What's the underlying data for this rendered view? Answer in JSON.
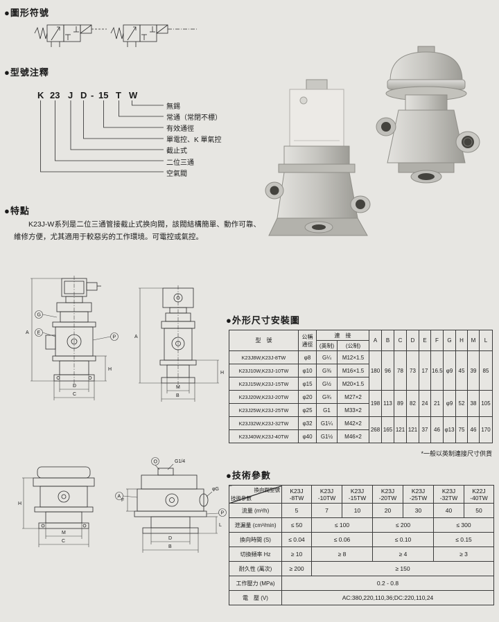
{
  "titles": {
    "symbols": "●圖形符號",
    "model": "●型號注釋",
    "features": "●特點",
    "dims": "●外形尺寸安裝圖",
    "tech": "●技術參數"
  },
  "model": {
    "code": [
      "K",
      "23",
      "J",
      "D",
      "-",
      "15",
      "T",
      "W"
    ],
    "labels": [
      "無錫",
      "常通（常閉不標）",
      "有效通徑",
      "單電控、K 單氣控",
      "截止式",
      "二位三通",
      "空氣閥"
    ]
  },
  "features": {
    "text": "K23J-W系列是二位三通管接截止式换向閥，該閥結構簡單、動作可靠、維修方便，尤其適用于較惡劣的工作環境。可電控或氣控。"
  },
  "dims": {
    "h_model": "型　號",
    "h_bore1": "公稱",
    "h_bore2": "通徑",
    "h_conn": "連　接",
    "h_inch": "(英制)",
    "h_metric": "(公制)",
    "letters": [
      "A",
      "B",
      "C",
      "D",
      "E",
      "F",
      "G",
      "H",
      "M",
      "L"
    ],
    "rows": [
      {
        "model": "K23J8W,K23J-8TW",
        "bore": "φ8",
        "inch": "G¼",
        "metric": "M12×1.5"
      },
      {
        "model": "K23J10W,K23J-10TW",
        "bore": "φ10",
        "inch": "G⅜",
        "metric": "M16×1.5"
      },
      {
        "model": "K23J15W,K23J-15TW",
        "bore": "φ15",
        "inch": "G½",
        "metric": "M20×1.5"
      },
      {
        "model": "K23J20W,K23J-20TW",
        "bore": "φ20",
        "inch": "G¾",
        "metric": "M27×2"
      },
      {
        "model": "K23J25W,K23J-25TW",
        "bore": "φ25",
        "inch": "G1",
        "metric": "M33×2"
      },
      {
        "model": "K23J32W,K23J-32TW",
        "bore": "φ32",
        "inch": "G1¼",
        "metric": "M42×2"
      },
      {
        "model": "K23J40W,K23J-40TW",
        "bore": "φ40",
        "inch": "G1½",
        "metric": "M46×2"
      }
    ],
    "groups": [
      [
        "180",
        "96",
        "78",
        "73",
        "17",
        "16.5",
        "φ9",
        "45",
        "39",
        "85"
      ],
      [
        "198",
        "113",
        "89",
        "82",
        "24",
        "21",
        "φ9",
        "52",
        "38",
        "105"
      ],
      [
        "268",
        "165",
        "121",
        "121",
        "37",
        "46",
        "φ13",
        "75",
        "46",
        "170"
      ]
    ],
    "note": "*一般以英制連接尺寸供貨"
  },
  "tech": {
    "corner_top": "換向閥型號",
    "corner_bottom": "技術參數",
    "cols": [
      [
        "K23J",
        "-8TW"
      ],
      [
        "K23J",
        "-10TW"
      ],
      [
        "K23J",
        "-15TW"
      ],
      [
        "K23J",
        "-20TW"
      ],
      [
        "K23J",
        "-25TW"
      ],
      [
        "K23J",
        "-32TW"
      ],
      [
        "K22J",
        "-40TW"
      ]
    ],
    "rows": [
      {
        "label": "流量 (m³/h)",
        "cells": [
          "5",
          "7",
          "10",
          "20",
          "30",
          "40",
          "50"
        ]
      },
      {
        "label": "泄漏量 (cm³/min)",
        "cells": [
          "≤ 50",
          "≤ 100",
          "≤ 200",
          "≤ 300"
        ]
      },
      {
        "label": "換向時間 (S)",
        "cells": [
          "≤ 0.04",
          "≤ 0.06",
          "≤ 0.10",
          "≤ 0.15"
        ]
      },
      {
        "label": "切換頻率 Hz",
        "cells": [
          "≥ 10",
          "≥ 8",
          "≥ 4",
          "≥ 3"
        ]
      },
      {
        "label": "耐久性 (萬次)",
        "cells": [
          "≥ 200",
          "≥ 150"
        ]
      },
      {
        "label": "工作壓力 (MPa)",
        "cells": [
          "0.2 - 0.8"
        ]
      },
      {
        "label": "電　壓 (V)",
        "cells": [
          "AC:380,220,110,36;DC:220,110,24"
        ]
      }
    ]
  },
  "drawings": {
    "labels": {
      "A": "A",
      "B": "B",
      "C": "C",
      "D": "D",
      "E": "E",
      "F": "F",
      "G": "G",
      "H": "H",
      "L": "L",
      "M": "M",
      "O": "O",
      "P": "P",
      "phi_g": "φG",
      "g14": "G1/4"
    }
  }
}
